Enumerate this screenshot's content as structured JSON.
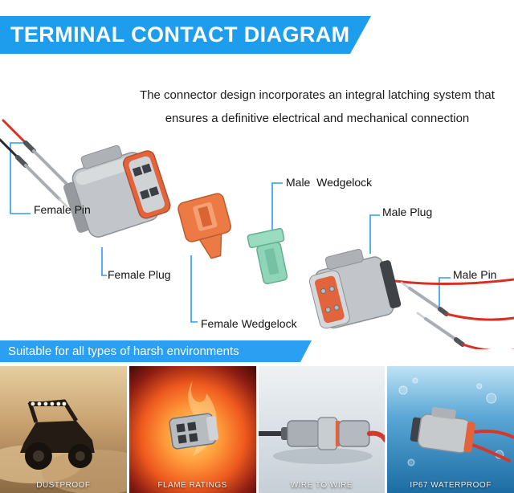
{
  "header": {
    "title": "TERMINAL CONTACT DIAGRAM"
  },
  "description": {
    "line1": "The connector design incorporates an integral latching system that",
    "line2": "ensures a definitive electrical and mechanical connection"
  },
  "diagram": {
    "labels": {
      "female_pin": "Female Pin",
      "female_plug": "Female Plug",
      "female_wedgelock": "Female Wedgelock",
      "male_wedgelock": "Male  Wedgelock",
      "male_plug": "Male Plug",
      "male_pin": "Male Pin"
    }
  },
  "footer": {
    "banner": "Suitable for all types of harsh environments",
    "tiles": [
      {
        "label": "DUSTPROOF"
      },
      {
        "label": "FLAME RATINGS"
      },
      {
        "label": "WIRE TO WIRE"
      },
      {
        "label": "IP67 WATERPROOF"
      }
    ]
  },
  "colors": {
    "banner_blue": "#1f9ded",
    "leader_blue": "#2a9df4",
    "seal_orange": "#e2643c",
    "wedge_green": "#8fd5b8",
    "connector_gray": "#c2c6ca",
    "wire_red": "#d93025",
    "wire_black": "#2a2a2a"
  }
}
